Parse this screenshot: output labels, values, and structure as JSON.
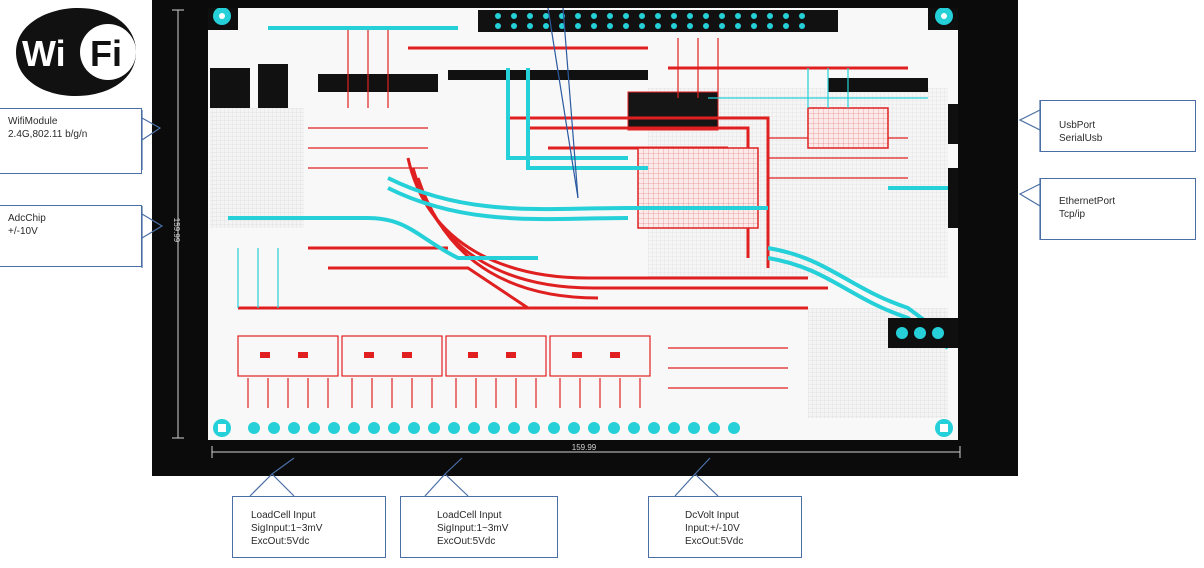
{
  "logo": {
    "text_left": "Wi",
    "text_right": "Fi"
  },
  "callouts": {
    "wifi": {
      "title": "WifiModule",
      "line1": "2.4G,802.11 b/g/n"
    },
    "adc": {
      "title": "AdcChip",
      "line1": "+/-10V"
    },
    "usb": {
      "title": "UsbPort",
      "line1": "SerialUsb"
    },
    "ethernet": {
      "title": "EthernetPort",
      "line1": "Tcp/ip"
    },
    "loadcell1": {
      "title": "LoadCell Input",
      "line1": "SigInput:1~3mV",
      "line2": "ExcOut:5Vdc"
    },
    "loadcell2": {
      "title": "LoadCell Input",
      "line1": "SigInput:1~3mV",
      "line2": "ExcOut:5Vdc"
    },
    "dcvolt": {
      "title": "DcVolt Input",
      "line1": "Input:+/-10V",
      "line2": "ExcOut:5Vdc"
    }
  },
  "dimensions": {
    "width": "159.99",
    "height": "159.99"
  },
  "colors": {
    "trace_red": "#e02020",
    "trace_cyan": "#26d0d8",
    "callout_border": "#4a6fa5",
    "pcb_frame": "#0b0b0b"
  }
}
